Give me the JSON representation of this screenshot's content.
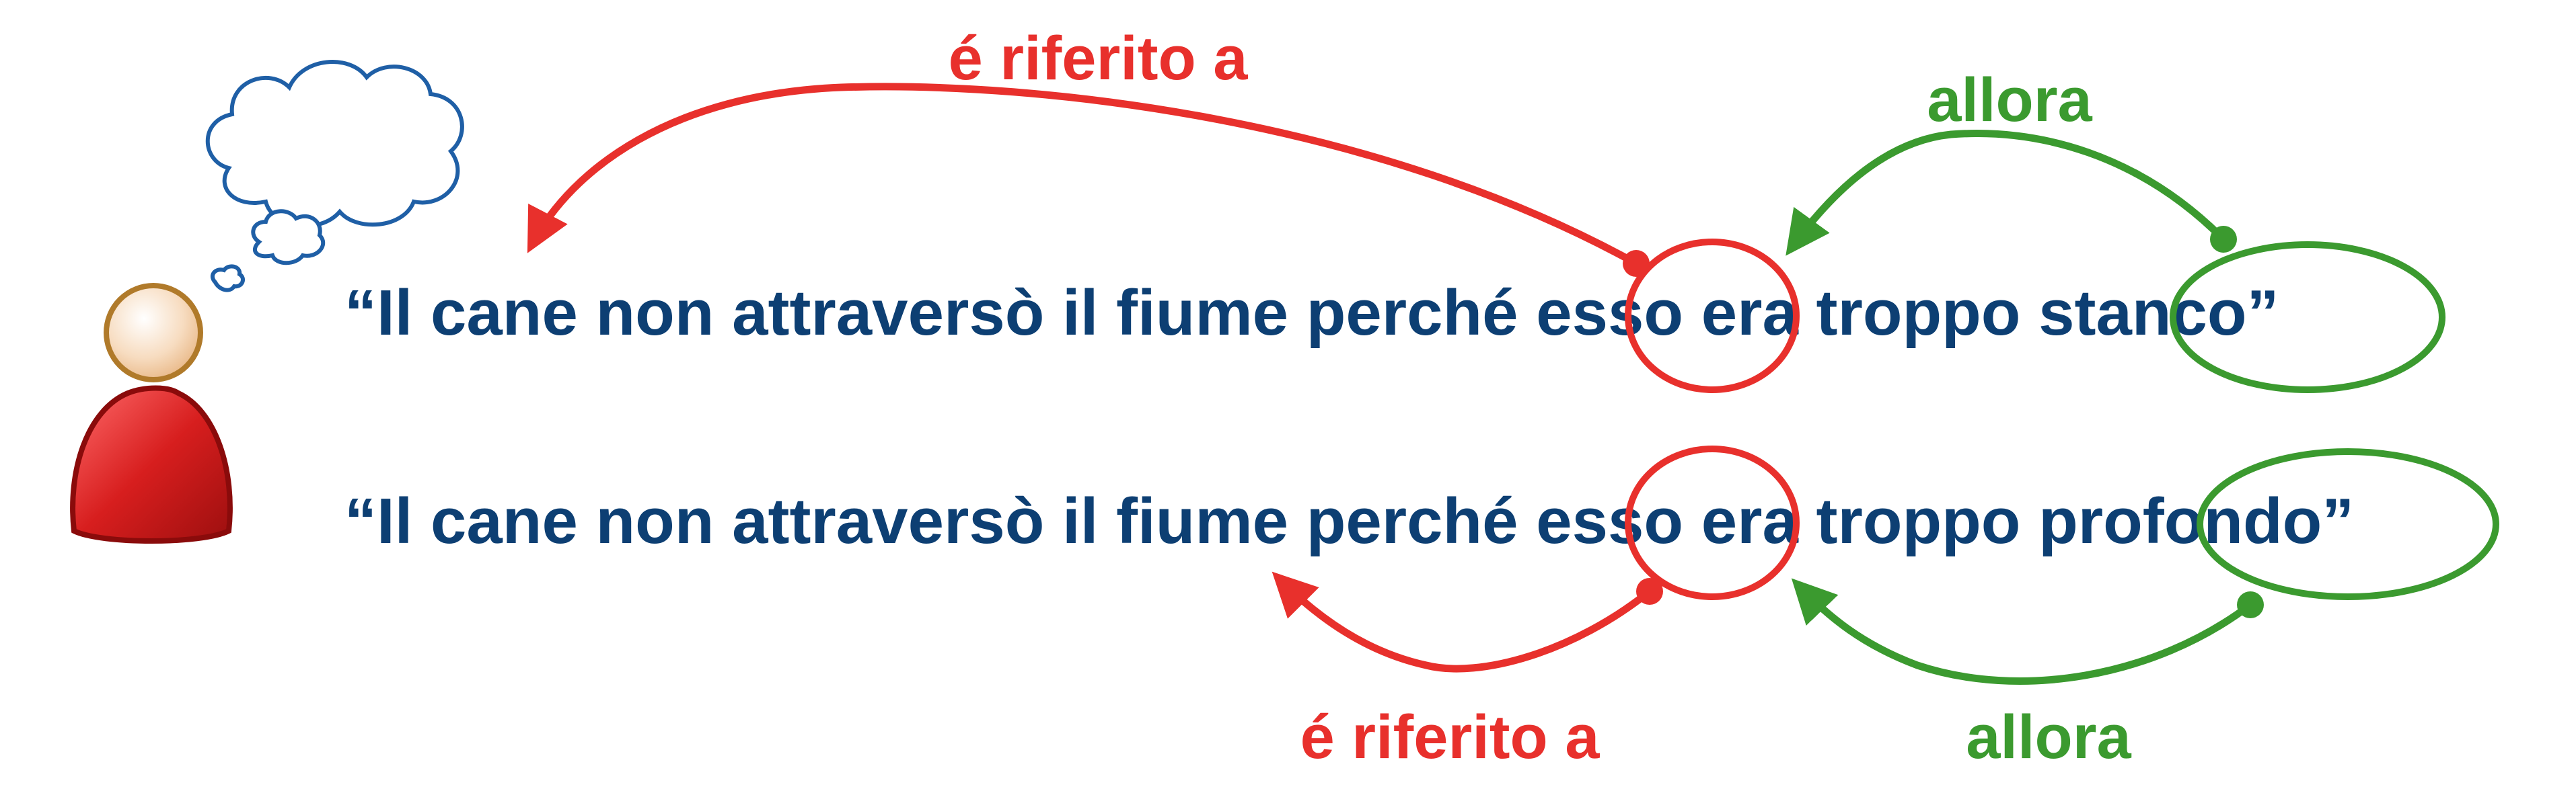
{
  "colors": {
    "text_blue": "#0d3f73",
    "red": "#e8302c",
    "green": "#3b9a2f",
    "person_body": "#d71e1e",
    "person_head": "#f7dcc0",
    "cloud_stroke": "#1f5fa6"
  },
  "icons": {
    "person": "person-icon",
    "thought_bubble": "thought-bubble-icon"
  },
  "sentence_1": {
    "open_quote": "“",
    "prefix": "Il cane non attraversò il fiume perché ",
    "pronoun": "esso",
    "middle": " era troppo ",
    "adjective": "stanco",
    "close_quote": "”"
  },
  "sentence_2": {
    "open_quote": "“",
    "prefix": "Il cane non attraversò il fiume perché ",
    "pronoun": "esso",
    "middle": " era troppo ",
    "adjective": "profondo",
    "close_quote": "”"
  },
  "labels": {
    "top_refers": "é riferito a",
    "top_then": "allora",
    "bottom_refers": "é riferito a",
    "bottom_then": "allora"
  }
}
